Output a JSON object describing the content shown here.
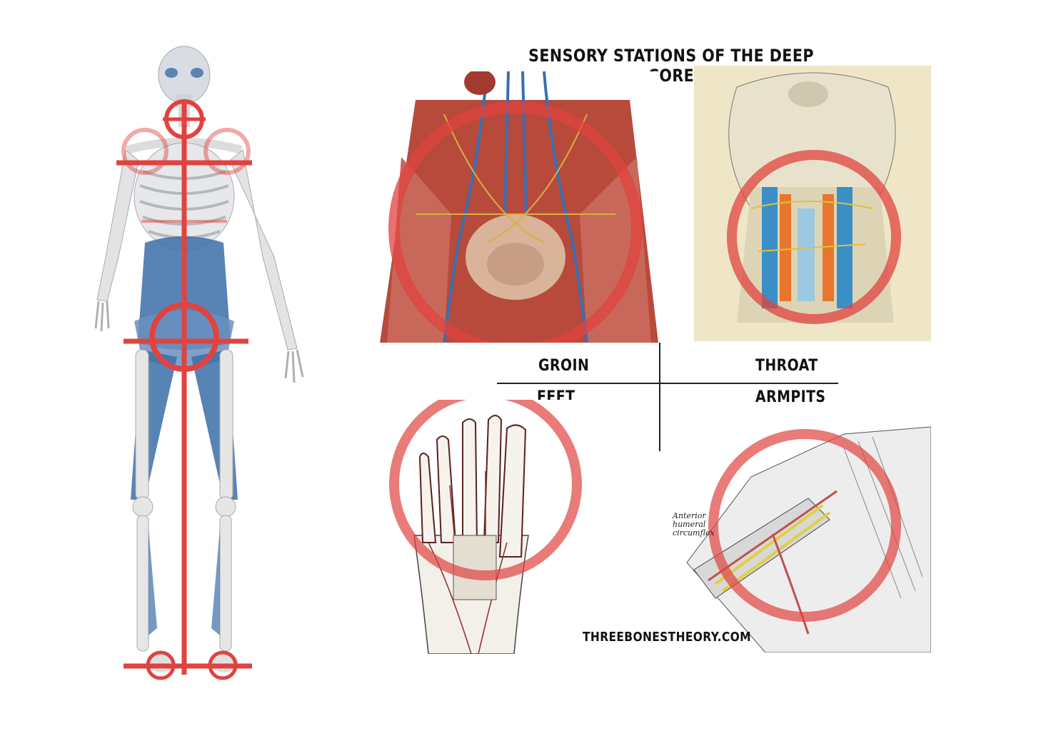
{
  "title": "SENSORY STATIONS OF THE DEEP CORE",
  "labels": {
    "groin": "GROIN",
    "throat": "THROAT",
    "feet": "FEET",
    "armpits": "ARMPITS"
  },
  "footer": "THREEBONESTHEORY.COM",
  "armpit_annotation": [
    "Anterior",
    "humeral",
    "circumflex"
  ],
  "colors": {
    "marker_red": "#e0433f",
    "circle_red": "#e26a66",
    "muscle_blue": "#3b6ea8",
    "bone": "#e6e6e6",
    "parchment": "#efe6c8"
  },
  "icons": {
    "skeleton": "human-skeleton-figure",
    "groin": "groin-anatomy-illustration",
    "throat": "throat-anatomy-illustration",
    "feet": "foot-anatomy-illustration",
    "armpits": "armpit-anatomy-illustration"
  }
}
